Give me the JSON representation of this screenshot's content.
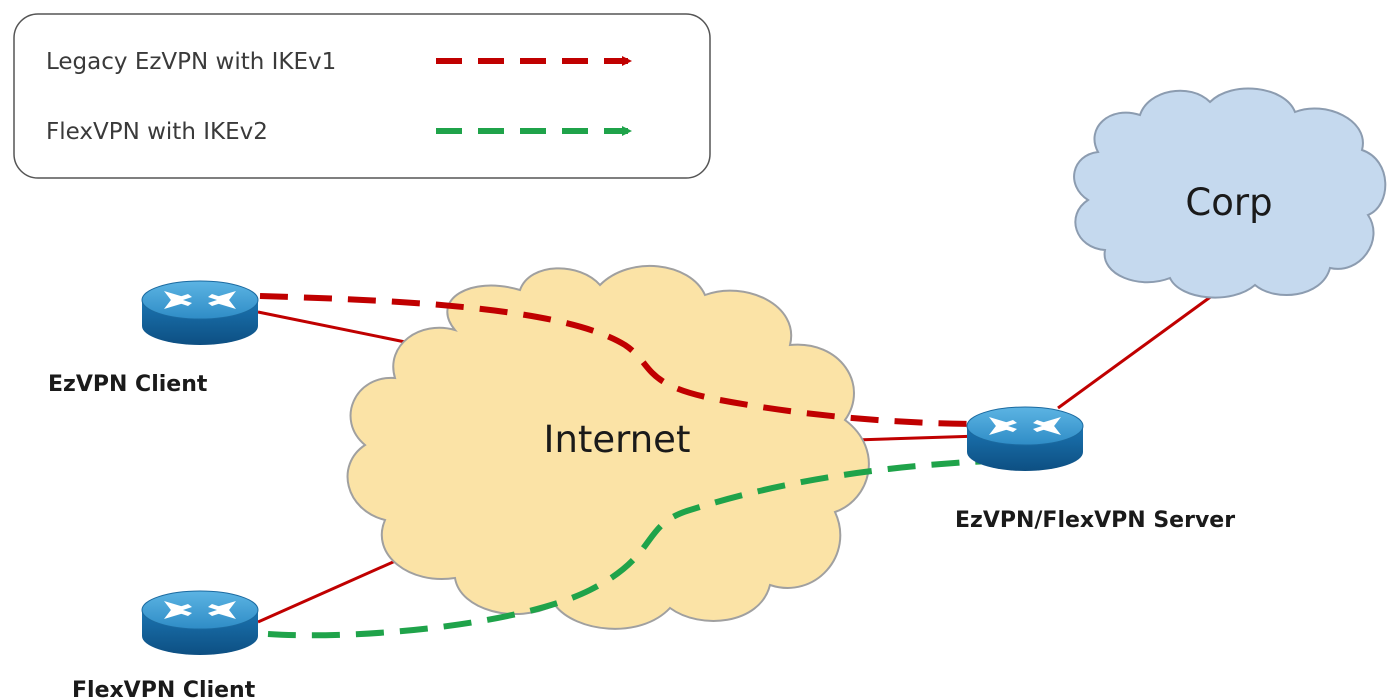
{
  "legend": {
    "items": [
      {
        "label": "Legacy EzVPN with IKEv1",
        "color": "#c00000"
      },
      {
        "label": "FlexVPN with IKEv2",
        "color": "#1fa34a"
      }
    ]
  },
  "clouds": {
    "internet": {
      "label": "Internet",
      "fill": "#fbe3a6",
      "stroke": "#a0a0a0"
    },
    "corp": {
      "label": "Corp",
      "fill": "#c5d9ee",
      "stroke": "#8c9cb0"
    }
  },
  "devices": {
    "ezvpn_client": {
      "label": "EzVPN Client"
    },
    "flexvpn_client": {
      "label": "FlexVPN Client"
    },
    "server": {
      "label": "EzVPN/FlexVPN Server"
    }
  },
  "colors": {
    "link": "#c00000",
    "ikev1_tunnel": "#c00000",
    "ikev2_tunnel": "#1fa34a",
    "router_body": "#1a6fa8",
    "router_top": "#3b9bd1"
  }
}
